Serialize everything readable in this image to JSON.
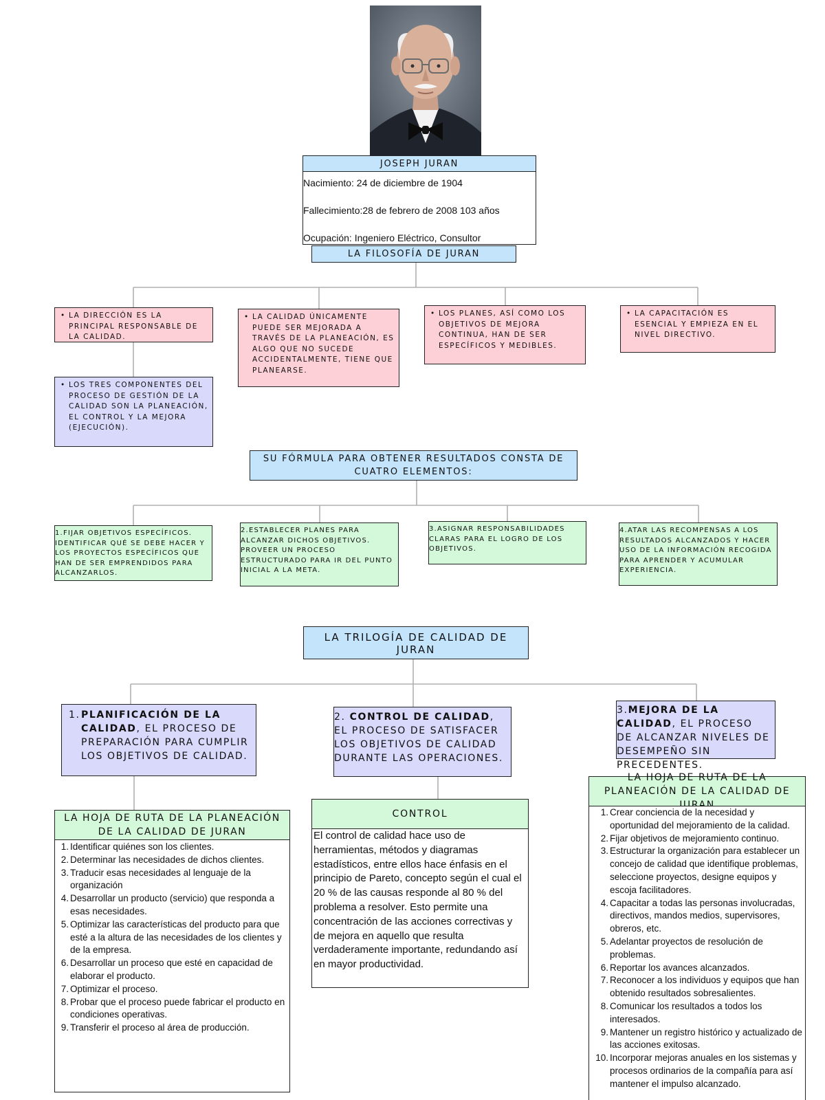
{
  "profile": {
    "name": "JOSEPH JURAN",
    "birth": "Nacimiento: 24 de diciembre de 1904",
    "death": "Fallecimiento:28 de febrero de 2008 103 años",
    "occupation": "Ocupación: Ingeniero Eléctrico, Consultor"
  },
  "philosophy": {
    "title": "LA FILOSOFÍA DE JURAN",
    "items": [
      "LA DIRECCIÓN ES LA PRINCIPAL RESPONSABLE DE LA CALIDAD.",
      "LA CALIDAD ÚNICAMENTE PUEDE SER MEJORADA A TRAVÉS DE LA PLANEACIÓN, ES ALGO QUE NO SUCEDE ACCIDENTALMENTE, TIENE QUE PLANEARSE.",
      "LOS PLANES, ASÍ COMO LOS OBJETIVOS DE MEJORA CONTINUA, HAN DE SER ESPECÍFICOS Y MEDIBLES.",
      "LA CAPACITACIÓN ES ESENCIAL Y EMPIEZA EN EL NIVEL DIRECTIVO."
    ],
    "sub_item": "LOS TRES COMPONENTES DEL PROCESO DE GESTIÓN DE LA CALIDAD SON LA PLANEACIÓN, EL CONTROL Y LA MEJORA (EJECUCIÓN)."
  },
  "formula": {
    "title": "SU FÓRMULA PARA OBTENER RESULTADOS CONSTA DE CUATRO ELEMENTOS:",
    "items": [
      "1.FIJAR OBJETIVOS ESPECÍFICOS. IDENTIFICAR QUÉ SE DEBE HACER Y LOS PROYECTOS ESPECÍFICOS QUE HAN DE SER EMPRENDIDOS PARA ALCANZARLOS.",
      "2.ESTABLECER PLANES PARA ALCANZAR DICHOS OBJETIVOS. PROVEER UN PROCESO ESTRUCTURADO PARA IR DEL PUNTO INICIAL A LA META.",
      "3.ASIGNAR RESPONSABILIDADES CLARAS PARA EL LOGRO DE LOS OBJETIVOS.",
      "4.ATAR LAS RECOMPENSAS A LOS RESULTADOS ALCANZADOS Y HACER USO DE LA INFORMACIÓN RECOGIDA PARA APRENDER Y ACUMULAR EXPERIENCIA."
    ]
  },
  "trilogy": {
    "title": "LA TRILOGÍA DE CALIDAD DE JURAN",
    "planning": {
      "num": "1.",
      "bold": "PLANIFICACIÓN DE LA CALIDAD",
      "rest": ", EL PROCESO DE PREPARACIÓN PARA CUMPLIR LOS OBJETIVOS DE CALIDAD."
    },
    "control": {
      "num": "2. ",
      "bold": "CONTROL DE CALIDAD",
      "rest": ", EL PROCESO DE SATISFACER LOS OBJETIVOS DE CALIDAD DURANTE LAS OPERACIONES."
    },
    "improvement": {
      "num": "3.",
      "bold": "MEJORA DE LA CALIDAD",
      "rest": ", EL PROCESO DE ALCANZAR NIVELES DE DESEMPEÑO SIN PRECEDENTES."
    }
  },
  "roadmap_left": {
    "title": "LA HOJA DE RUTA DE LA PLANEACIÓN DE LA CALIDAD DE JURAN",
    "items": [
      "Identificar quiénes son los clientes.",
      "Determinar las necesidades de dichos clientes.",
      "Traducir esas necesidades al lenguaje de la organización",
      "Desarrollar un producto (servicio) que responda a esas necesidades.",
      "Optimizar las características del producto para que esté a la altura de las necesidades de los clientes y de la empresa.",
      "Desarrollar un proceso que esté en capacidad de elaborar el producto.",
      "Optimizar el proceso.",
      "Probar que el proceso puede fabricar el producto en condiciones operativas.",
      "Transferir el proceso al área de producción."
    ]
  },
  "control_box": {
    "title": "CONTROL",
    "text": "El control de calidad hace uso de herramientas, métodos y diagramas estadísticos, entre ellos hace énfasis en el principio de Pareto, concepto según el cual el 20 % de las causas responde al 80 % del problema a resolver. Esto permite una concentración de las acciones correctivas y de mejora en aquello que resulta verdaderamente importante, redundando así en mayor productividad."
  },
  "roadmap_right": {
    "title": "LA HOJA DE RUTA DE LA PLANEACIÓN DE LA CALIDAD DE JURAN",
    "items": [
      "Crear conciencia de la necesidad y oportunidad del mejoramiento de la calidad.",
      "Fijar objetivos de mejoramiento continuo.",
      "Estructurar la organización para establecer un concejo de calidad que identifique problemas, seleccione proyectos, designe equipos y escoja facilitadores.",
      "Capacitar a todas las personas involucradas, directivos, mandos medios, supervisores, obreros, etc.",
      "Adelantar proyectos de resolución de problemas.",
      "Reportar los avances alcanzados.",
      "Reconocer a los individuos y equipos que han obtenido resultados sobresalientes.",
      "Comunicar los resultados a todos los interesados.",
      "Mantener un registro histórico y actualizado de las acciones exitosas.",
      "Incorporar mejoras anuales en los sistemas y procesos ordinarios de la compañía para así mantener el impulso alcanzado."
    ]
  },
  "colors": {
    "blue": "#c3e4fb",
    "pink": "#fdd0d8",
    "lavender": "#d9dafb",
    "green": "#d4f8da",
    "connector": "#b0b0b0"
  }
}
